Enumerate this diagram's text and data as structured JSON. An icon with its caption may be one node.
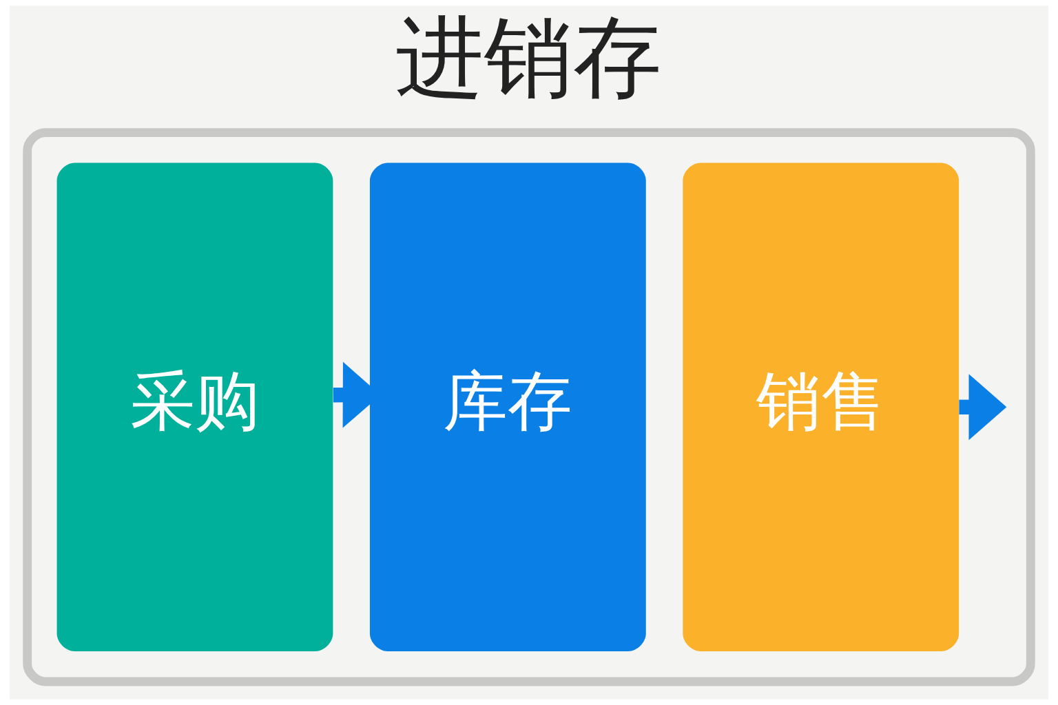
{
  "diagram": {
    "title": "进销存",
    "nodes": [
      {
        "text": [],
        "shape": "box"
      },
      {
        "text": [
          "采购"
        ],
        "in": 0
      },
      {
        "text": [
          "库存"
        ],
        "in": 0
      },
      {
        "text": [
          "销售"
        ],
        "in": 0
      }
    ],
    "edges": [
      {
        "from": 1,
        "to": 2,
        "arrow": "to"
      },
      {
        "from": 3,
        "to": null,
        "arrow": "to"
      }
    ]
  }
}
